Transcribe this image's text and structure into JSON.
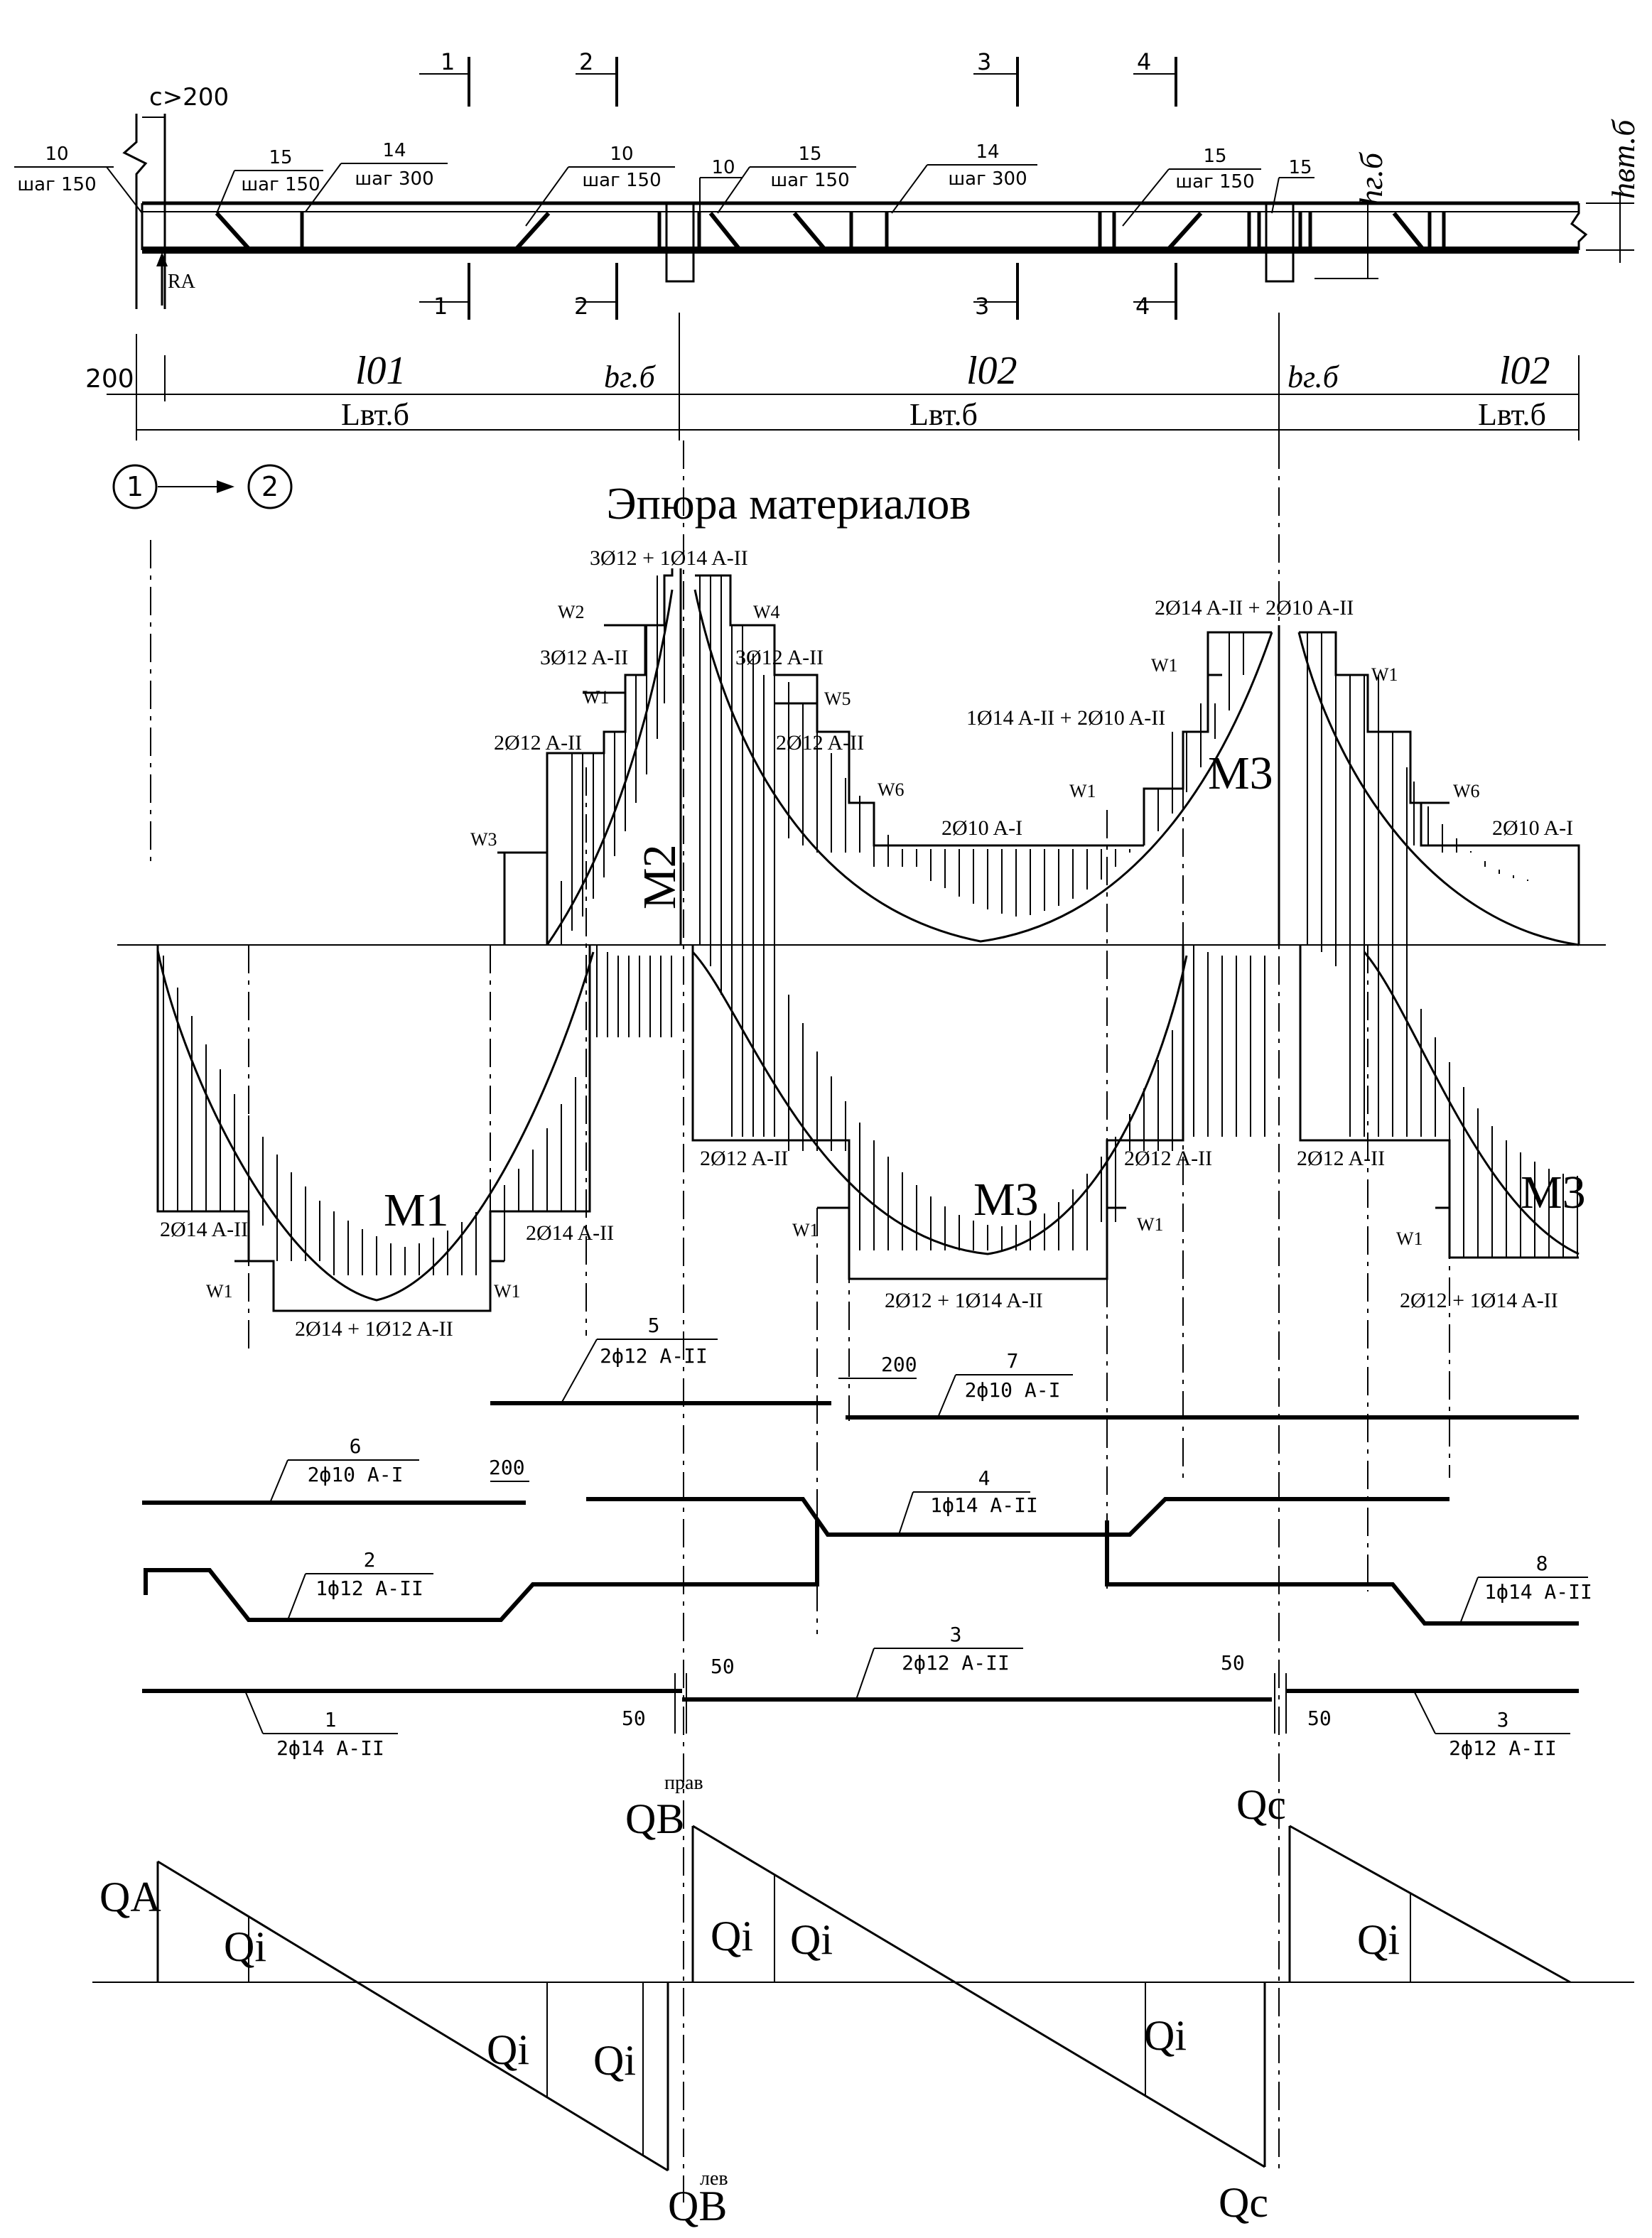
{
  "title": "Эпюра материалов",
  "axes": {
    "start": "1",
    "end": "2"
  },
  "beam_labels": {
    "c": "c>200",
    "ra": "RA",
    "h_vt": "hвт.б",
    "h_g": "hг.б",
    "support_200": "200",
    "l01": "l01",
    "l02a": "l02",
    "l02b": "l02",
    "bg1": "bг.б",
    "bg2": "bг.б",
    "L1": "Lвт.б",
    "L2": "Lвт.б",
    "L3": "Lвт.б"
  },
  "stirrups": [
    {
      "num": "10",
      "step": "шаг 150"
    },
    {
      "num": "15",
      "step": "шаг 150"
    },
    {
      "num": "14",
      "step": "шаг 300"
    },
    {
      "num": "10",
      "step": "шаг 150"
    },
    {
      "num": "10",
      "step": ""
    },
    {
      "num": "15",
      "step": "шаг 150"
    },
    {
      "num": "14",
      "step": "шаг 300"
    },
    {
      "num": "15",
      "step": "шаг 150"
    },
    {
      "num": "15",
      "step": ""
    }
  ],
  "sections": [
    "1",
    "1",
    "2",
    "2",
    "3",
    "3",
    "4",
    "4"
  ],
  "moment_labels": {
    "M1": "M1",
    "M2": "M2",
    "M3a": "M3",
    "M3b": "M3",
    "M3c": "M3"
  },
  "material_labels": {
    "s1_bot_left": "2Ø14 A-II",
    "s1_bot_right": "2Ø14 A-II",
    "s1_bot_mid": "2Ø14 + 1Ø12 A-II",
    "sB_top_full": "3Ø12 + 1Ø14 A-II",
    "sB_top_3": "3Ø12 A-II",
    "sB_top_2l": "2Ø12 A-II",
    "sB_top_2r": "2Ø12 A-II",
    "s2_top": "2Ø10 A-I",
    "s2_bot_l": "2Ø12 A-II",
    "s2_bot_r": "2Ø12 A-II",
    "s2_bot_mid": "2Ø12 + 1Ø14 A-II",
    "sC_top_full": "2Ø14 A-II + 2Ø10 A-II",
    "sC_top_mid": "1Ø14 A-II + 2Ø10 A-II",
    "s3_top": "2Ø10 A-I",
    "s3_bot_l": "2Ø12 A-II",
    "s3_bot_mid": "2Ø12 + 1Ø14 A-II"
  },
  "w_labels": [
    "W2",
    "W1",
    "W3",
    "W1",
    "W1",
    "W4",
    "W5",
    "W6",
    "W1",
    "W1",
    "W6",
    "W1",
    "W1",
    "W1",
    "W1"
  ],
  "bars": [
    {
      "num": "1",
      "spec": "2ф14 A-II"
    },
    {
      "num": "2",
      "spec": "1ф12 A-II"
    },
    {
      "num": "3",
      "spec": "2ф12 A-II"
    },
    {
      "num": "3",
      "spec": "2ф12 A-II"
    },
    {
      "num": "4",
      "spec": "1ф14 A-II"
    },
    {
      "num": "5",
      "spec": "2ф12 A-II"
    },
    {
      "num": "6",
      "spec": "2ф10 A-I"
    },
    {
      "num": "7",
      "spec": "2ф10 A-I"
    },
    {
      "num": "8",
      "spec": "1ф14 A-II"
    }
  ],
  "bar_dims": {
    "d200a": "200",
    "d200b": "200",
    "d50a": "50",
    "d50b": "50",
    "d50c": "50",
    "d50d": "50"
  },
  "shear_labels": {
    "QA": "QA",
    "QBpr": "QB",
    "QBpr_sup": "прав",
    "QBlev": "QB",
    "QBlev_sup": "лев",
    "QC_top": "Qc",
    "QC_bot": "Qc",
    "Qi": "Qi"
  }
}
